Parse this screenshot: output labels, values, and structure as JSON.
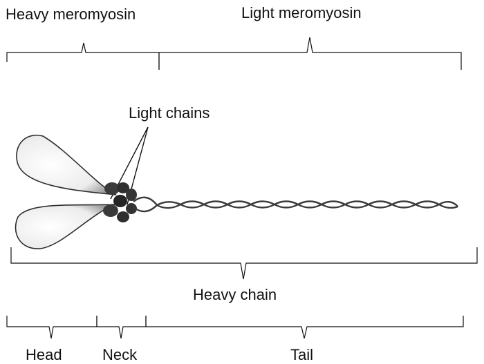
{
  "labels": {
    "heavy_meromyosin": "Heavy meromyosin",
    "light_meromyosin": "Light meromyosin",
    "light_chains": "Light chains",
    "heavy_chain": "Heavy chain",
    "head": "Head",
    "neck": "Neck",
    "tail": "Tail"
  }
}
